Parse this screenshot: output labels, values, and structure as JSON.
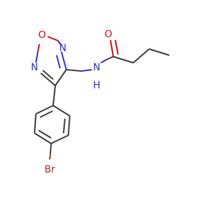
{
  "molecule": {
    "atoms": {
      "o_ring": "O",
      "n_upper": "N",
      "n_left": "N",
      "o_carbonyl": "O",
      "n_amide": "N",
      "h_amide": "H",
      "br": "Br"
    },
    "colors": {
      "carbon": "#3a3a3a",
      "nitrogen": "#2b2bd9",
      "oxygen": "#e30000",
      "bromine": "#a1311a"
    }
  }
}
